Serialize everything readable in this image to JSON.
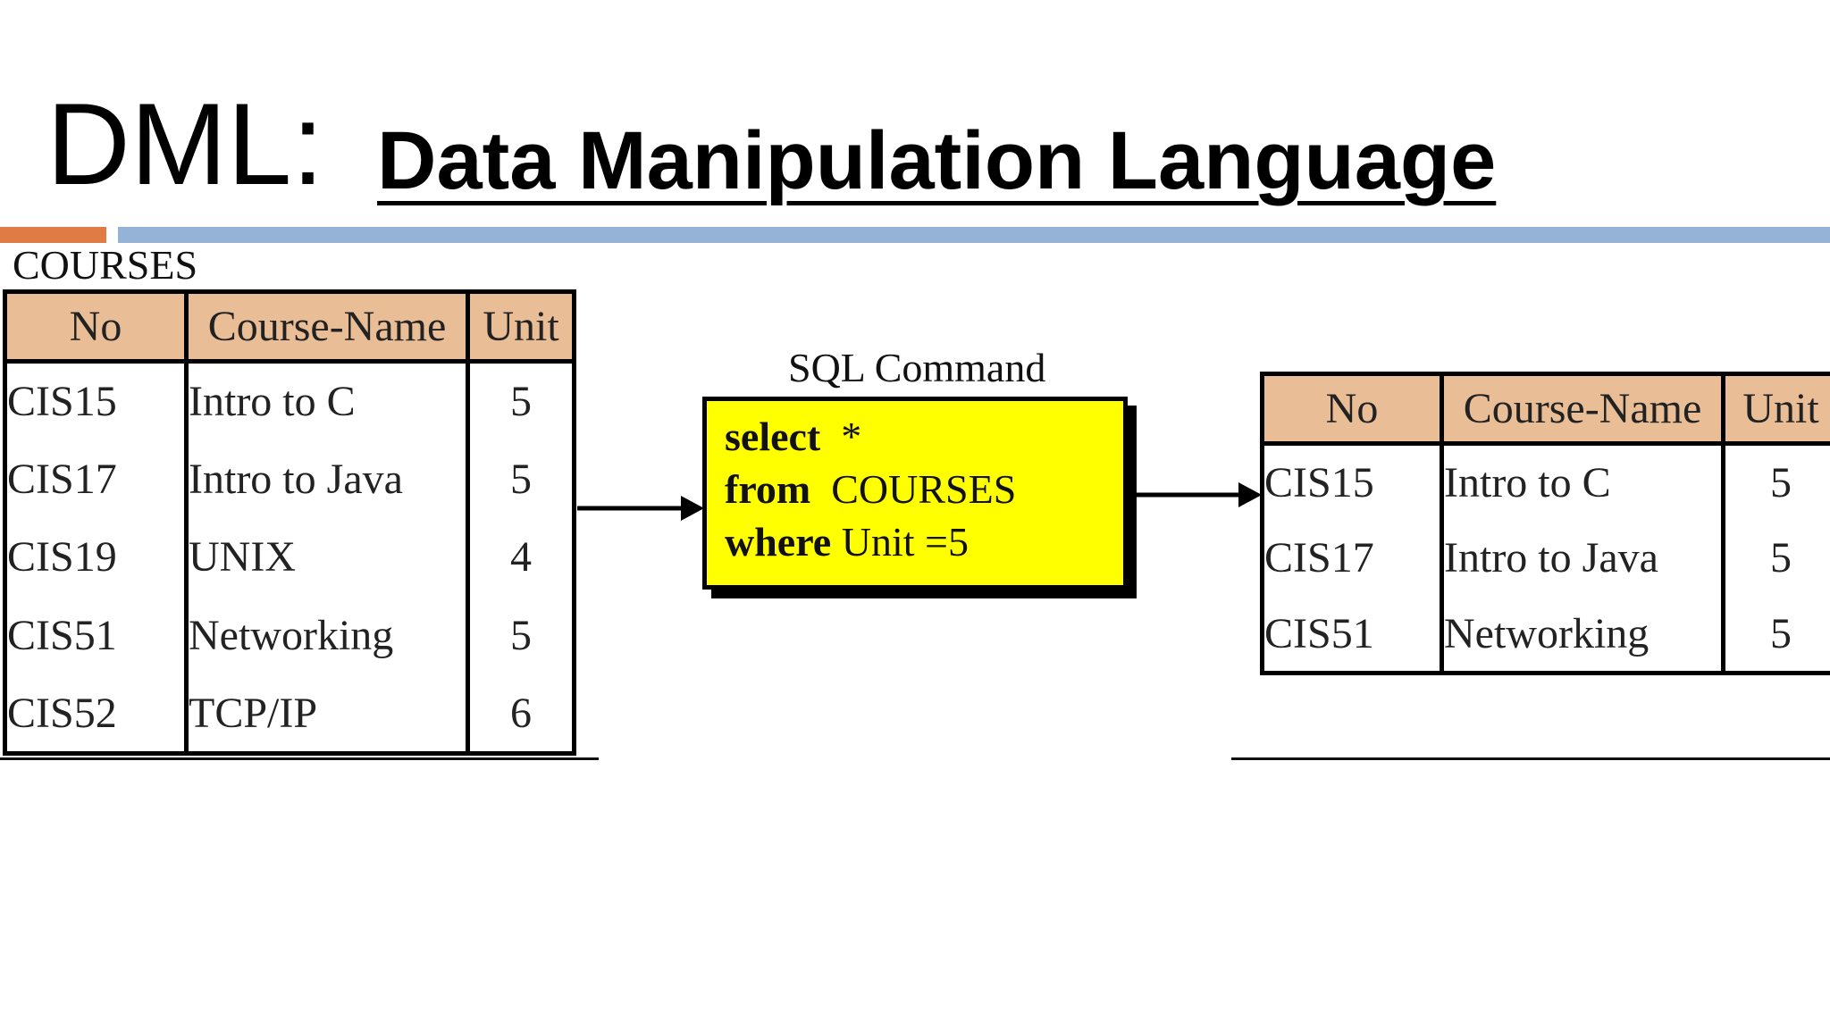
{
  "title": {
    "main": "DML:",
    "subtitle": "Data Manipulation Language"
  },
  "colors": {
    "accent_orange": "#E07B45",
    "accent_blue": "#95B3D7",
    "header_fill": "#E9BE96",
    "sql_fill": "#FFFF00"
  },
  "left_table": {
    "caption": "COURSES",
    "headers": [
      "No",
      "Course-Name",
      "Unit"
    ],
    "rows": [
      [
        "CIS15",
        "Intro to C",
        "5"
      ],
      [
        "CIS17",
        "Intro to Java",
        "5"
      ],
      [
        "CIS19",
        "UNIX",
        "4"
      ],
      [
        "CIS51",
        "Networking",
        "5"
      ],
      [
        "CIS52",
        "TCP/IP",
        "6"
      ]
    ]
  },
  "sql_command": {
    "caption": "SQL Command",
    "lines": [
      {
        "keyword": "select",
        "rest": "  *"
      },
      {
        "keyword": "from",
        "rest": "  COURSES"
      },
      {
        "keyword": "where",
        "rest": " Unit =5"
      }
    ]
  },
  "right_table": {
    "headers": [
      "No",
      "Course-Name",
      "Unit"
    ],
    "rows": [
      [
        "CIS15",
        "Intro to C",
        "5"
      ],
      [
        "CIS17",
        "Intro to Java",
        "5"
      ],
      [
        "CIS51",
        "Networking",
        "5"
      ]
    ]
  }
}
